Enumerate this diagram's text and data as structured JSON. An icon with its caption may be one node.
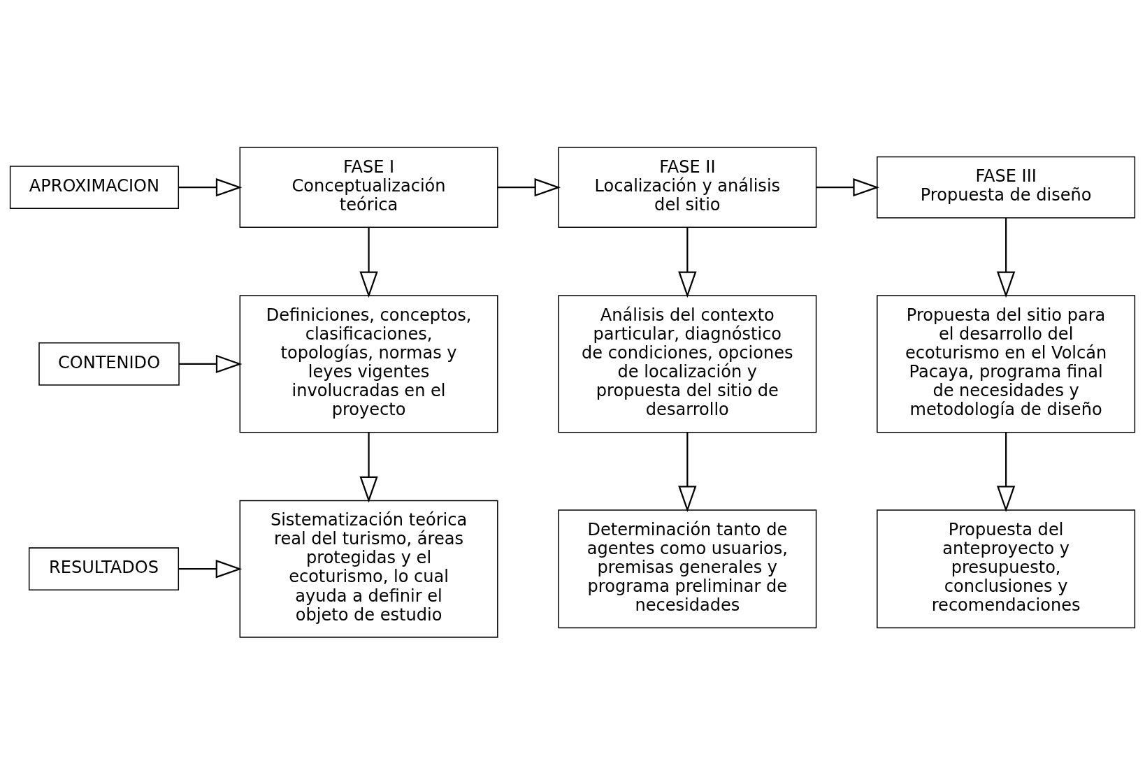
{
  "diagram": {
    "nodes": [
      {
        "text": [
          "APROXIMACION"
        ]
      },
      {
        "text": [
          "FASE I",
          "Conceptualización teórica"
        ]
      },
      {
        "text": [
          "FASE II",
          "Localización y análisis del sitio"
        ]
      },
      {
        "text": [
          "FASE III",
          "Propuesta de diseño"
        ]
      },
      {
        "text": [
          "CONTENIDO"
        ]
      },
      {
        "text": [
          "Definiciones, conceptos, clasificaciones, topologías, normas y leyes vigentes involucradas en el proyecto"
        ]
      },
      {
        "text": [
          "Análisis del contexto particular, diagnóstico de condiciones, opciones de localización y propuesta del sitio de desarrollo"
        ]
      },
      {
        "text": [
          "Propuesta del sitio para el desarrollo del ecoturismo en el Volcán Pacaya, programa final de necesidades y metodología de diseño"
        ]
      },
      {
        "text": [
          "RESULTADOS"
        ]
      },
      {
        "text": [
          "Sistematización teórica real del turismo, áreas protegidas y el ecoturismo, lo cual ayuda a definir el objeto de estudio"
        ]
      },
      {
        "text": [
          "Determinación tanto de agentes como usuarios, premisas generales y programa preliminar de necesidades"
        ]
      },
      {
        "text": [
          "Propuesta del anteproyecto y presupuesto, conclusiones y recomendaciones"
        ]
      }
    ],
    "edges": [
      {
        "from": 0,
        "to": 1,
        "arrow": "to"
      },
      {
        "from": 1,
        "to": 2,
        "arrow": "to"
      },
      {
        "from": 2,
        "to": 3,
        "arrow": "to"
      },
      {
        "from": 1,
        "to": 5,
        "arrow": "to"
      },
      {
        "from": 2,
        "to": 6,
        "arrow": "to"
      },
      {
        "from": 3,
        "to": 7,
        "arrow": "to"
      },
      {
        "from": 4,
        "to": 5,
        "arrow": "to"
      },
      {
        "from": 5,
        "to": 9,
        "arrow": "to"
      },
      {
        "from": 6,
        "to": 10,
        "arrow": "to"
      },
      {
        "from": 7,
        "to": 11,
        "arrow": "to"
      },
      {
        "from": 8,
        "to": 9,
        "arrow": "to"
      }
    ]
  }
}
